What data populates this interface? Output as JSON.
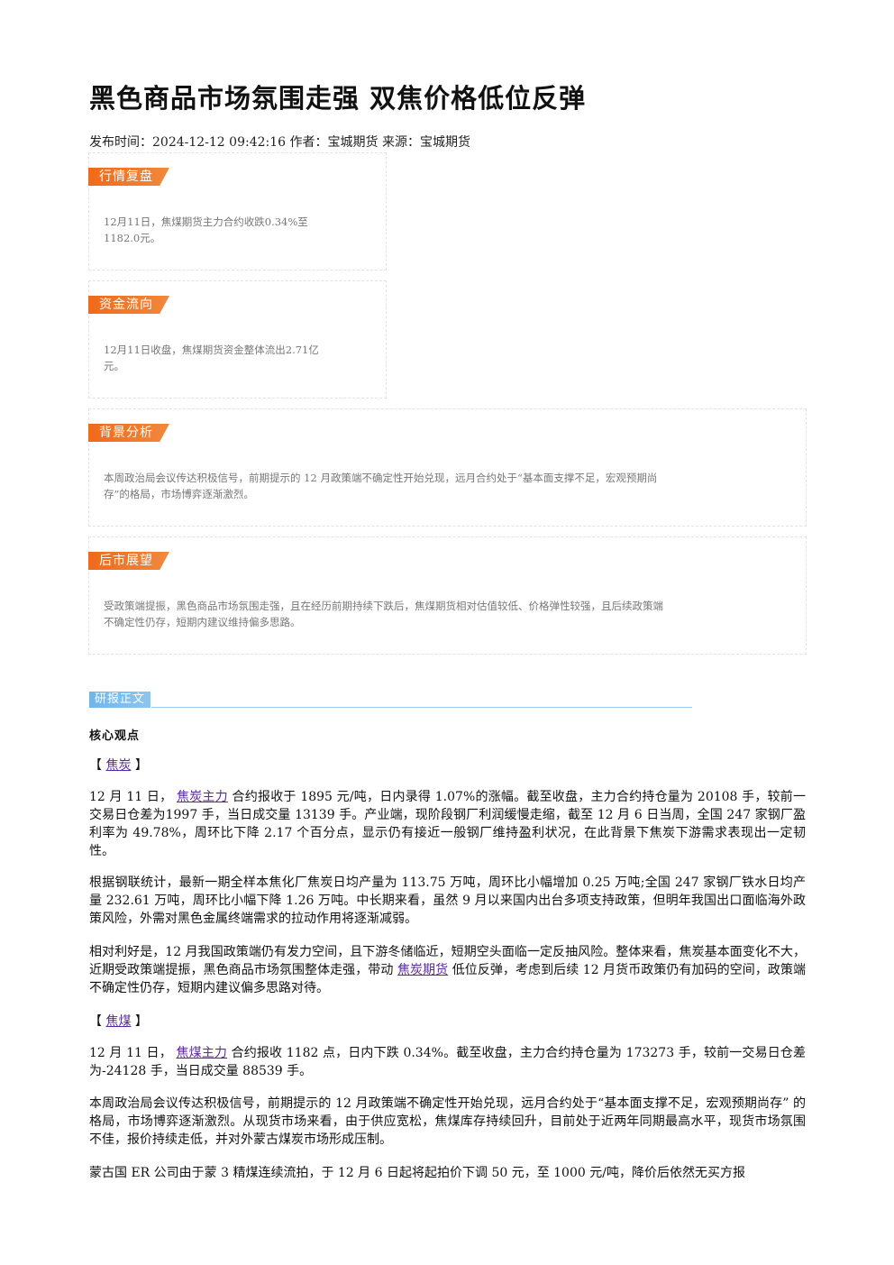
{
  "title": "黑色商品市场氛围走强 双焦价格低位反弹",
  "meta": "发布时间：2024-12-12 09:42:16 作者：宝城期货 来源：宝城期货",
  "boxes": {
    "market": {
      "tag": "行情复盘",
      "line1": "12月11日，焦煤期货主力合约收跌0.34%至",
      "line2": "1182.0元。"
    },
    "funds": {
      "tag": "资金流向",
      "line1": "12月11日收盘，焦煤期货资金整体流出2.71亿",
      "line2": "元。"
    },
    "background": {
      "tag": "背景分析",
      "line1": "本周政治局会议传达积极信号，前期提示的 12 月政策端不确定性开始兑现，远月合约处于“基本面支撑不足，宏观预期尚",
      "line2": "存”的格局，市场博弈逐渐激烈。"
    },
    "outlook": {
      "tag": "后市展望",
      "line1": "受政策端提振，黑色商品市场氛围走强，且在经历前期持续下跌后，焦煤期货相对估值较低、价格弹性较强，且后续政策端",
      "line2": "不确定性仍存，短期内建议维持偏多思路。"
    }
  },
  "research": {
    "tag": "研报正文",
    "core_title": "核心观点",
    "coke": {
      "bracket_open": "【 ",
      "link": "焦炭",
      "bracket_close": " 】",
      "p1_pre": "12 月 11 日， ",
      "p1_link": "焦炭主力",
      "p1_post": " 合约报收于 1895 元/吨，日内录得 1.07%的涨幅。截至收盘，主力合约持仓量为 20108 手，较前一交易日仓差为1997 手，当日成交量 13139 手。产业端，现阶段钢厂利润缓慢走缩，截至 12 月 6 日当周，全国 247 家钢厂盈利率为 49.78%，周环比下降 2.17 个百分点，显示仍有接近一般钢厂维持盈利状况，在此背景下焦炭下游需求表现出一定韧性。",
      "p2": "根据钢联统计，最新一期全样本焦化厂焦炭日均产量为 113.75 万吨，周环比小幅增加 0.25 万吨;全国 247 家钢厂铁水日均产量 232.61 万吨，周环比小幅下降 1.26 万吨。中长期来看，虽然 9 月以来国内出台多项支持政策，但明年我国出口面临海外政策风险，外需对黑色金属终端需求的拉动作用将逐渐减弱。",
      "p3_pre": "相对利好是，12 月我国政策端仍有发力空间，且下游冬储临近，短期空头面临一定反抽风险。整体来看，焦炭基本面变化不大，近期受政策端提振，黑色商品市场氛围整体走强，带动 ",
      "p3_link": "焦炭期货",
      "p3_post": " 低位反弹，考虑到后续 12 月货币政策仍有加码的空间，政策端不确定性仍存，短期内建议偏多思路对待。"
    },
    "coal": {
      "bracket_open": "【 ",
      "link": "焦煤",
      "bracket_close": " 】",
      "p1_pre": "12 月 11 日， ",
      "p1_link": "焦煤主力",
      "p1_post": " 合约报收 1182 点，日内下跌 0.34%。截至收盘，主力合约持仓量为 173273 手，较前一交易日仓差为-24128 手，当日成交量 88539 手。",
      "p2": "本周政治局会议传达积极信号，前期提示的 12 月政策端不确定性开始兑现，远月合约处于“基本面支撑不足，宏观预期尚存” 的格局，市场博弈逐渐激烈。从现货市场来看，由于供应宽松，焦煤库存持续回升，目前处于近两年同期最高水平，现货市场氛围不佳，报价持续走低，并对外蒙古煤炭市场形成压制。",
      "p3": "蒙古国 ER 公司由于蒙 3 精煤连续流拍，于 12 月 6 日起将起拍价下调 50 元，至 1000 元/吨，降价后依然无买方报"
    }
  }
}
